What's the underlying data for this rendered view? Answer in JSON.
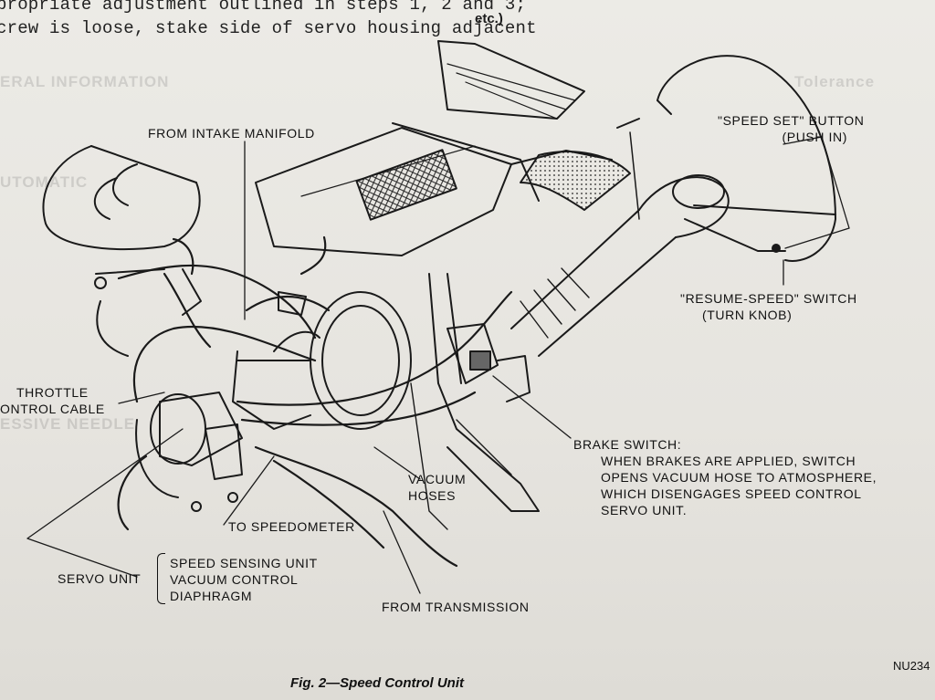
{
  "header": {
    "line1": "propriate adjustment outlined in steps 1, 2 and 3;",
    "line2": "crew is loose, stake side of servo housing adjacent",
    "right_fragment": "etc.)"
  },
  "labels": {
    "intake": "FROM INTAKE MANIFOLD",
    "speed_set_1": "\"SPEED SET\" BUTTON",
    "speed_set_2": "(PUSH IN)",
    "resume_1": "\"RESUME-SPEED\" SWITCH",
    "resume_2": "(TURN KNOB)",
    "throttle_1": "THROTTLE",
    "throttle_2": "ONTROL CABLE",
    "brake_title": "BRAKE SWITCH:",
    "brake_1": "WHEN BRAKES ARE APPLIED, SWITCH",
    "brake_2": "OPENS VACUUM HOSE TO ATMOSPHERE,",
    "brake_3": "WHICH DISENGAGES SPEED CONTROL",
    "brake_4": "SERVO UNIT.",
    "vacuum_1": "VACUUM",
    "vacuum_2": "HOSES",
    "speedometer": "TO SPEEDOMETER",
    "servo": "SERVO UNIT",
    "servo_parts": [
      "SPEED SENSING UNIT",
      "VACUUM CONTROL",
      "DIAPHRAGM"
    ],
    "transmission": "FROM TRANSMISSION"
  },
  "caption": "Fig. 2—Speed Control Unit",
  "figure_code": "NU234"
}
